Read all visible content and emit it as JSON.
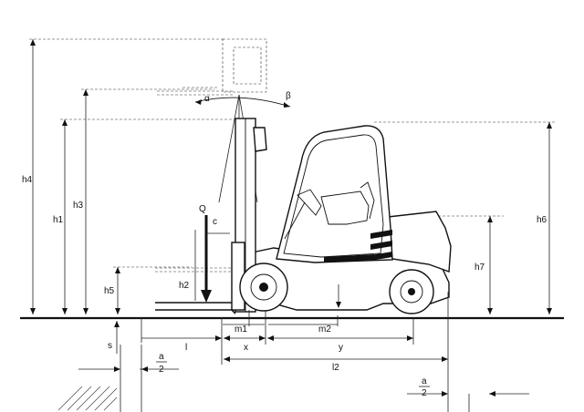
{
  "labels": {
    "h4": "h4",
    "h1": "h1",
    "h3": "h3",
    "h5": "h5",
    "h2": "h2",
    "h6": "h6",
    "h7": "h7",
    "Q": "Q",
    "c": "c",
    "alpha": "α",
    "beta": "β",
    "s": "s",
    "l": "l",
    "x": "x",
    "y": "y",
    "m1": "m1",
    "m2": "m2",
    "l2": "l2",
    "a_left_num": "a",
    "a_left_den": "2",
    "a_right_num": "a",
    "a_right_den": "2"
  }
}
